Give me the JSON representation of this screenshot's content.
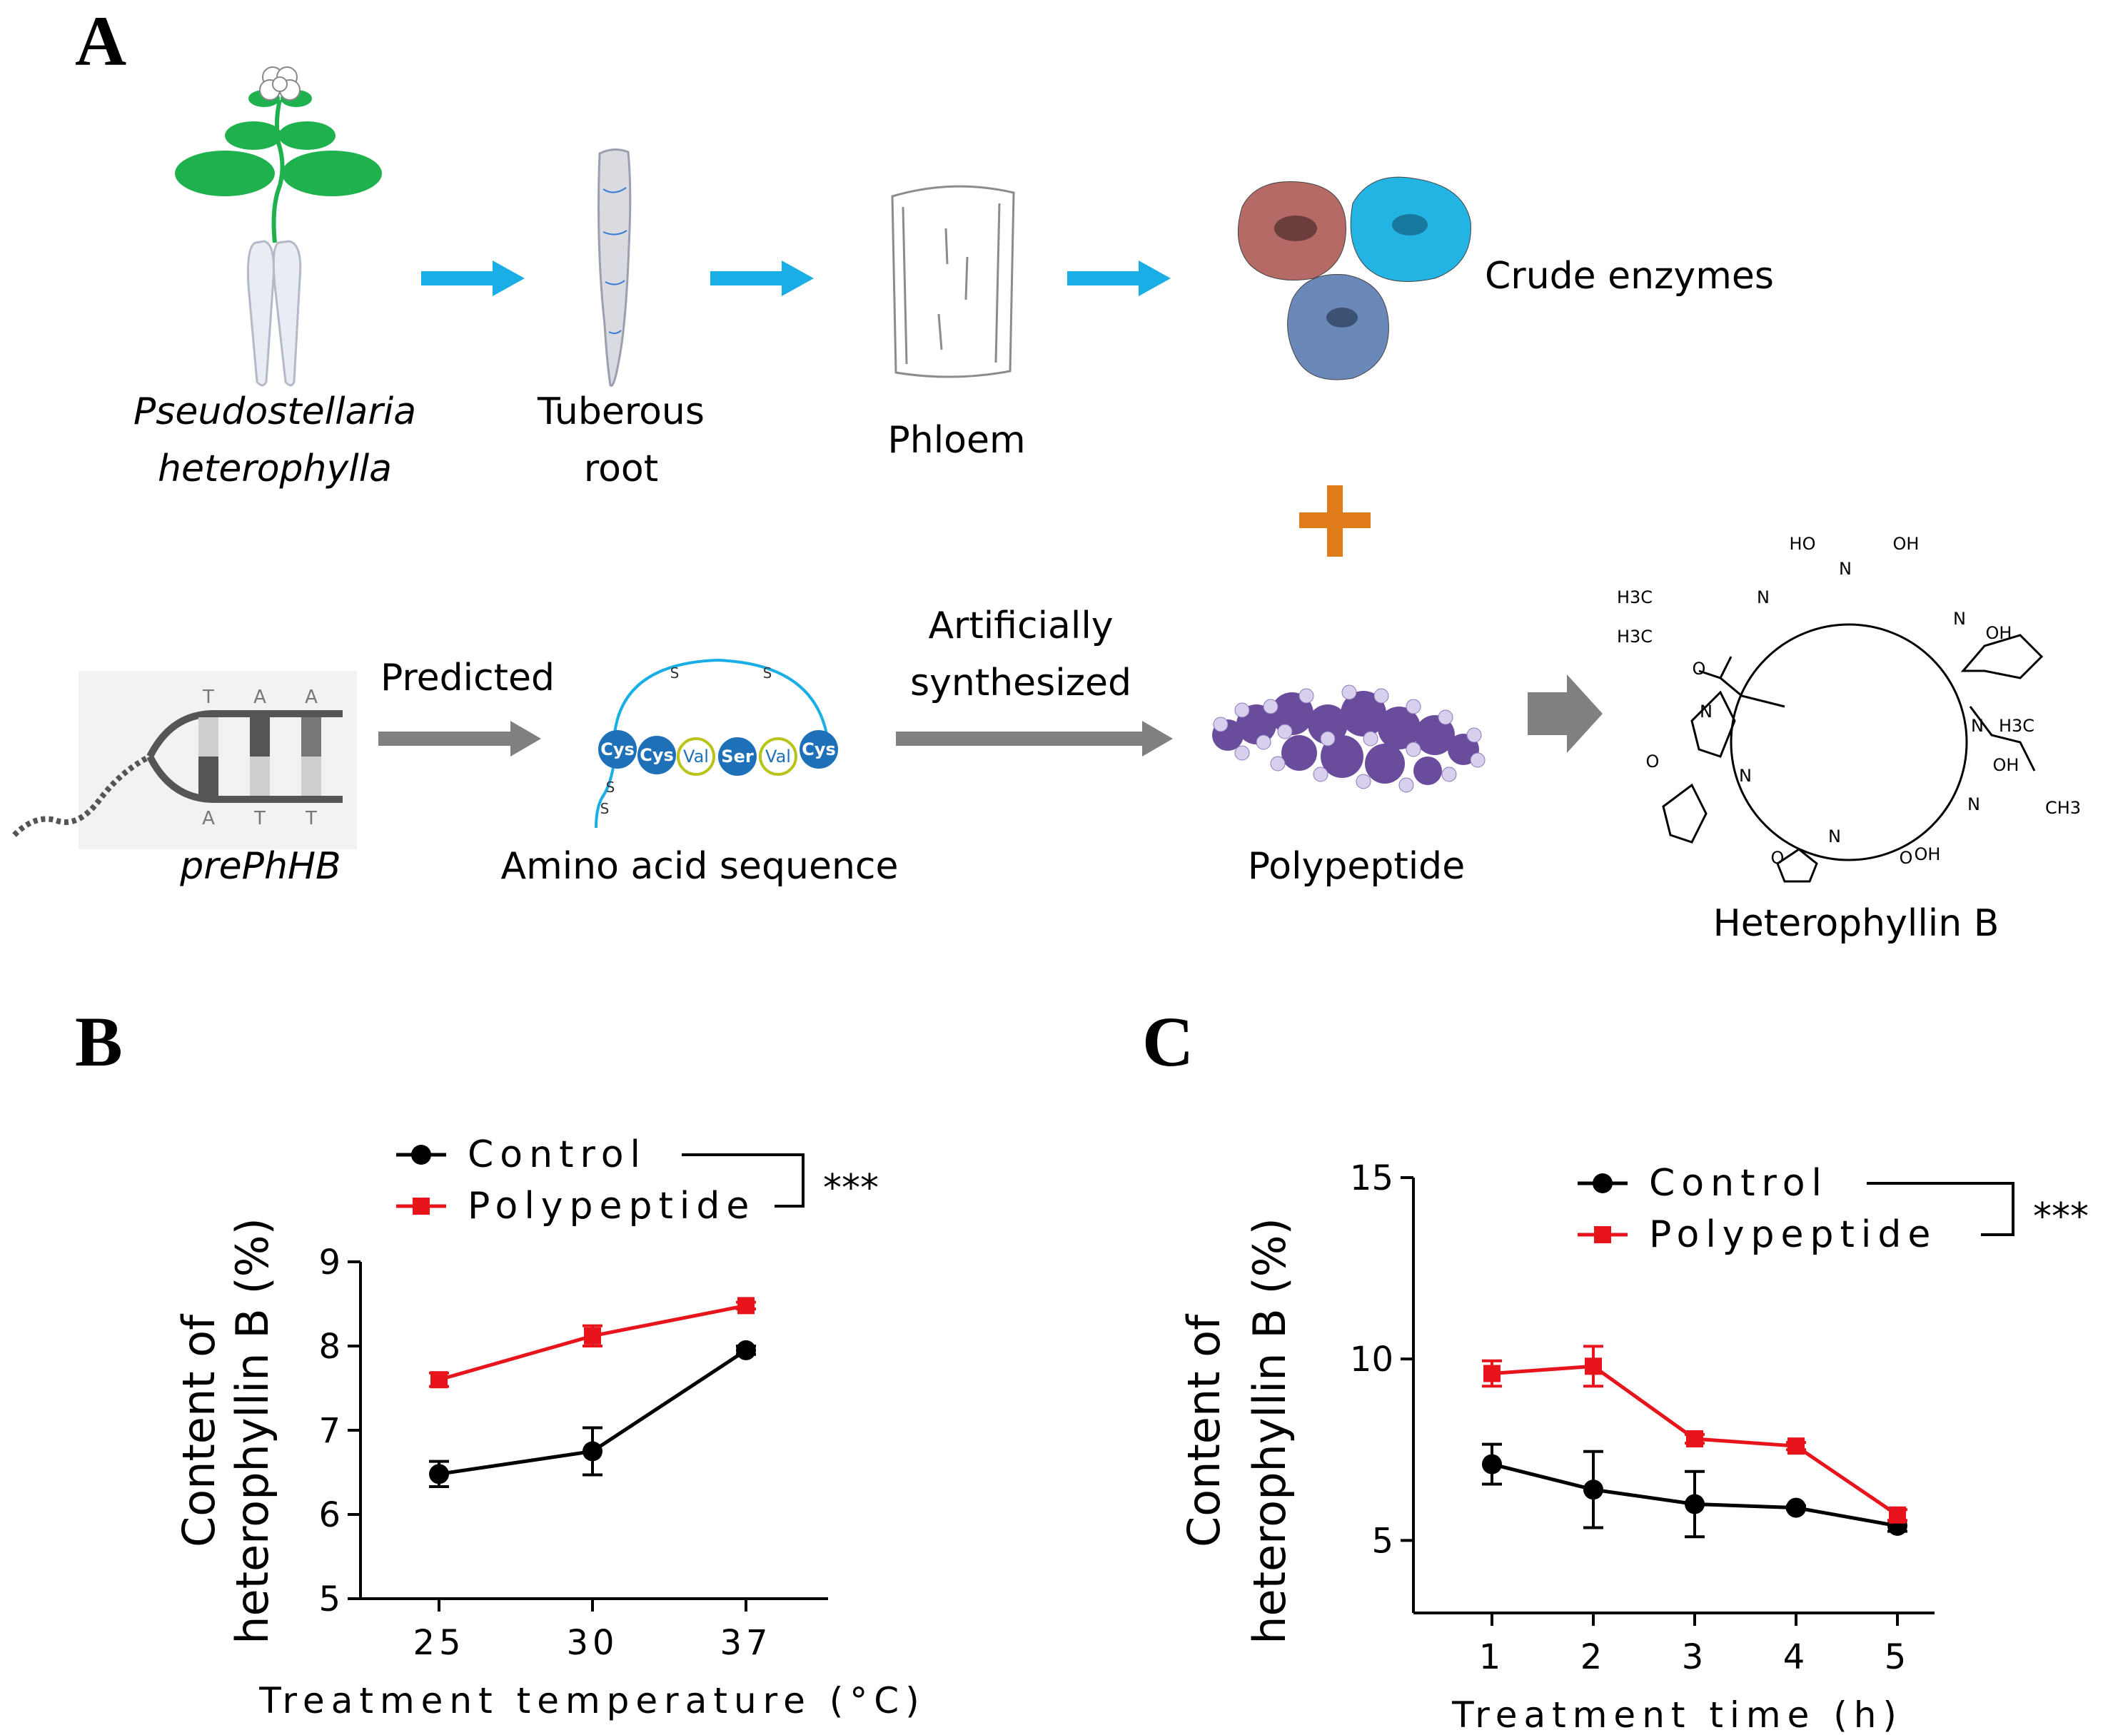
{
  "panel_a": {
    "letter": "A",
    "plant_label": [
      "Pseudostellaria",
      "heterophylla"
    ],
    "root_label": [
      "Tuberous",
      "root"
    ],
    "phloem_label": "Phloem",
    "enzymes_label": "Crude enzymes",
    "gene_label": "prePhHB",
    "predicted_label": "Predicted",
    "aa_label": "Amino acid sequence",
    "synth_label": [
      "Artificially",
      "synthesized"
    ],
    "polypeptide_label": "Polypeptide",
    "product_label": "Heterophyllin B",
    "dna_letters_top": [
      "T",
      "A",
      "A"
    ],
    "dna_letters_bottom": [
      "A",
      "T",
      "T"
    ],
    "aa_beads": [
      "Cys",
      "Cys",
      "Val",
      "Ser",
      "Val",
      "Cys"
    ],
    "disulfide_labels": [
      "S",
      "S",
      "S",
      "S"
    ],
    "structure_labels": [
      "HO",
      "N",
      "OH",
      "H3C",
      "H3C",
      "N",
      "N",
      "OH",
      "O",
      "N",
      "N",
      "H3C",
      "O",
      "OH",
      "N",
      "CH3",
      "N",
      "N",
      "O",
      "O",
      "OH"
    ],
    "colors": {
      "blue_arrow": "#1aaee6",
      "gray_arrow": "#808080",
      "plus": "#e07b1a",
      "plant_green": "#1fb14d"
    }
  },
  "chart_data": [
    {
      "panel": "B",
      "type": "line",
      "x": [
        "25",
        "30",
        "37"
      ],
      "xlabel": "Treatment temperature (°C)",
      "ylabel": [
        "Content of",
        "heterophyllin B (%)"
      ],
      "ylim": [
        5,
        9
      ],
      "yticks": [
        "5",
        "6",
        "7",
        "8",
        "9"
      ],
      "series": [
        {
          "name": "Control",
          "values": [
            6.48,
            6.75,
            7.95
          ],
          "errors": [
            0.15,
            0.28,
            0.05
          ],
          "color": "#000000",
          "marker": "circle"
        },
        {
          "name": "Polypeptide",
          "values": [
            7.6,
            8.12,
            8.48
          ],
          "errors": [
            0.08,
            0.12,
            0.04
          ],
          "color": "#e8141c",
          "marker": "square"
        }
      ],
      "significance": "***",
      "legend": "top"
    },
    {
      "panel": "C",
      "type": "line",
      "x": [
        "1",
        "2",
        "3",
        "4",
        "5"
      ],
      "xlabel": "Treatment time (h)",
      "ylabel": [
        "Content of",
        "heterophyllin B (%)"
      ],
      "ylim": [
        3,
        15
      ],
      "yticks": [
        "5",
        "10",
        "15"
      ],
      "series": [
        {
          "name": "Control",
          "values": [
            7.1,
            6.4,
            6.0,
            5.9,
            5.4
          ],
          "errors": [
            0.55,
            1.05,
            0.9,
            0.05,
            0.15
          ],
          "color": "#000000",
          "marker": "circle"
        },
        {
          "name": "Polypeptide",
          "values": [
            9.6,
            9.8,
            7.8,
            7.6,
            5.7
          ],
          "errors": [
            0.35,
            0.55,
            0.12,
            0.1,
            0.15
          ],
          "color": "#e8141c",
          "marker": "square"
        }
      ],
      "significance": "***",
      "legend": "top"
    }
  ]
}
